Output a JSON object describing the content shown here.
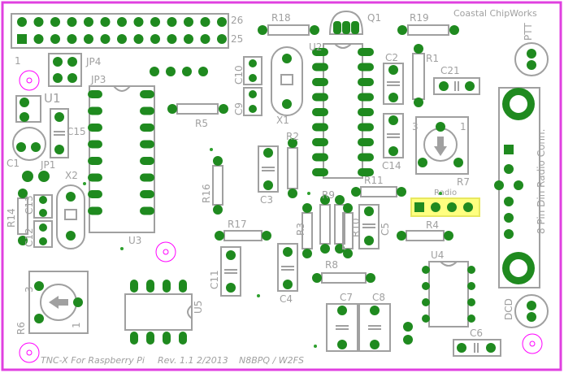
{
  "board": {
    "title": "TNC-X For Raspberry Pi",
    "revision": "Rev. 1.1 2/2013",
    "authors": "N8BPQ / W2FS",
    "maker": "Coastal ChipWorks",
    "connector_label": "8 Pin Din Radio Conn.",
    "radio_label": "Radio",
    "border_color": "#e040e0",
    "pad_color": "#1f8a1f",
    "silk_color": "#a0a0a0",
    "highlight_color": "#ffff80"
  },
  "header": {
    "pin26": "26",
    "pin25": "25",
    "pin1": "1"
  },
  "refs": {
    "R18": "R18",
    "Q1": "Q1",
    "R19": "R19",
    "U2": "U2",
    "JP4": "JP4",
    "JP3": "JP3",
    "U1": "U1",
    "C15": "C15",
    "C1": "C1",
    "JP1": "JP1",
    "X2": "X2",
    "R14": "R14",
    "C13": "C13",
    "C12": "C12",
    "U3": "U3",
    "R5": "R5",
    "C10": "C10",
    "C9": "C9",
    "X1": "X1",
    "C2": "C2",
    "R1": "R1",
    "C21": "C21",
    "C14": "C14",
    "R2": "R2",
    "C3": "C3",
    "R16": "R16",
    "R11": "R11",
    "R7": "R7",
    "R9": "R9",
    "R3": "R3",
    "R10": "R10",
    "C5": "C5",
    "R4": "R4",
    "R17": "R17",
    "C11": "C11",
    "R8": "R8",
    "C4": "C4",
    "U4": "U4",
    "R6": "R6",
    "U5": "U5",
    "C7": "C7",
    "C8": "C8",
    "C6": "C6",
    "PTT": "PTT",
    "DCD": "DCD"
  },
  "pin_marks": {
    "r7_3": "3",
    "r7_1": "1",
    "r6_3": "3",
    "r6_1": "1"
  }
}
